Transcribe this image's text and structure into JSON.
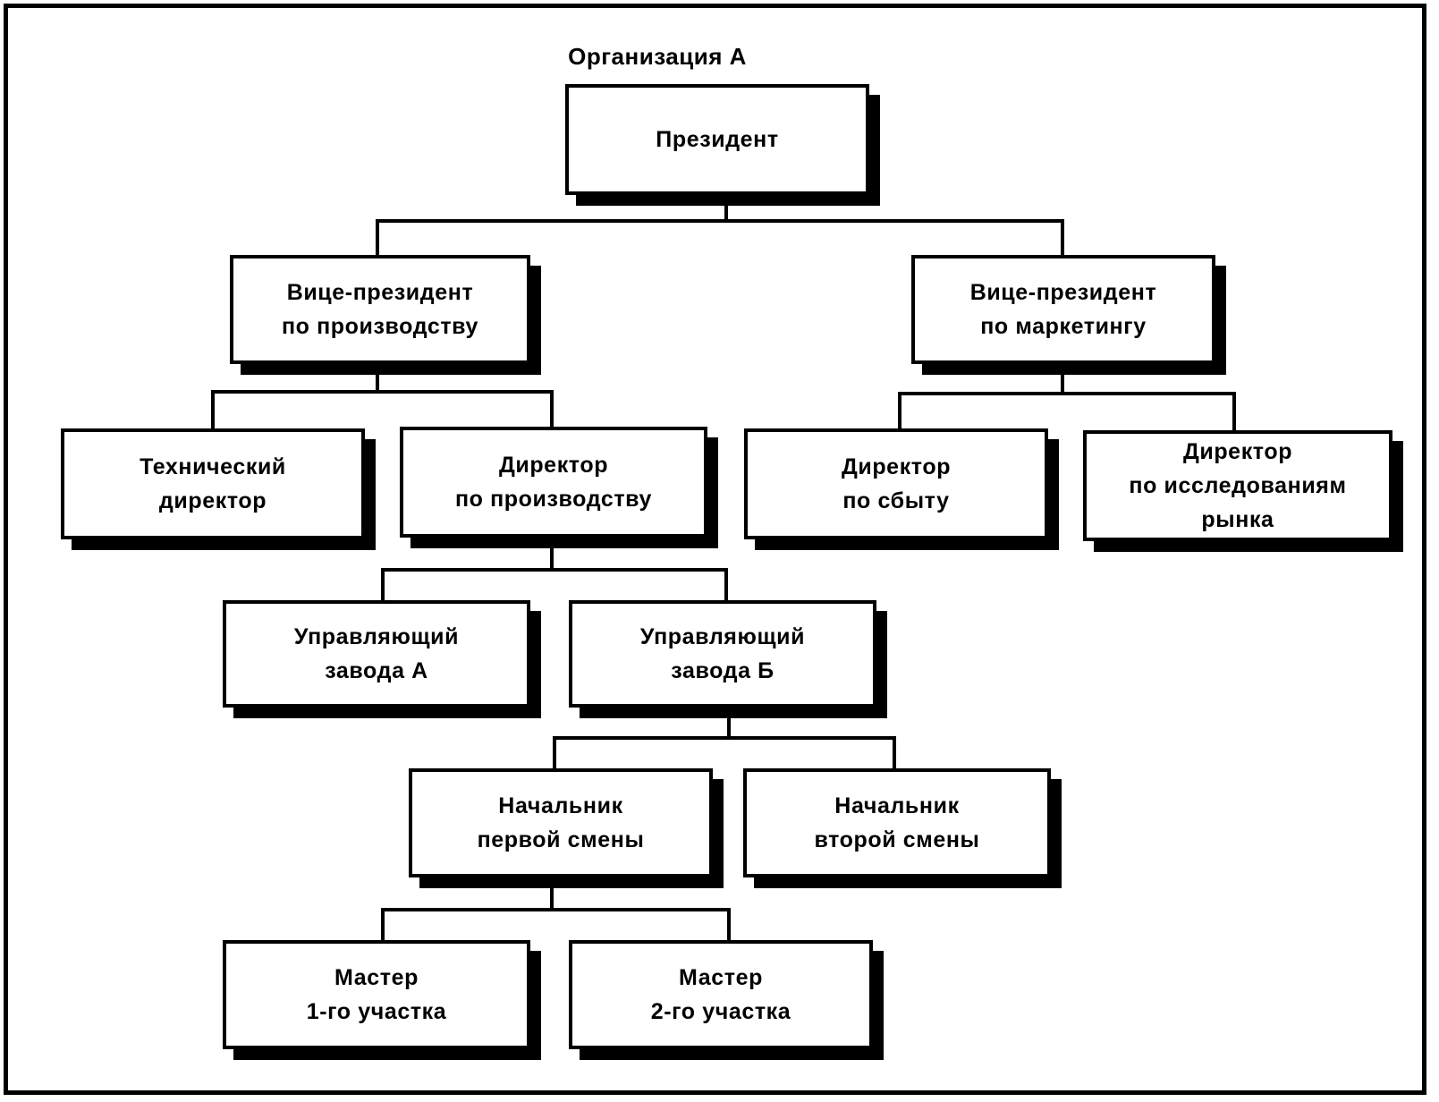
{
  "title": "Организация А",
  "nodes": {
    "president": {
      "line1": "Президент",
      "line2": ""
    },
    "vp_production": {
      "line1": "Вице-президент",
      "line2": "по производству"
    },
    "vp_marketing": {
      "line1": "Вице-президент",
      "line2": "по маркетингу"
    },
    "tech_director": {
      "line1": "Технический",
      "line2": "директор"
    },
    "production_director": {
      "line1": "Директор",
      "line2": "по производству"
    },
    "sales_director": {
      "line1": "Директор",
      "line2": "по сбыту"
    },
    "research_director": {
      "line1": "Директор",
      "line2": "по исследованиям",
      "line3": "рынка"
    },
    "plant_a_manager": {
      "line1": "Управляющий",
      "line2": "завода А"
    },
    "plant_b_manager": {
      "line1": "Управляющий",
      "line2": "завода Б"
    },
    "shift1_head": {
      "line1": "Начальник",
      "line2": "первой смены"
    },
    "shift2_head": {
      "line1": "Начальник",
      "line2": "второй смены"
    },
    "master1": {
      "line1": "Мастер",
      "line2": "1-го участка"
    },
    "master2": {
      "line1": "Мастер",
      "line2": "2-го участка"
    }
  }
}
